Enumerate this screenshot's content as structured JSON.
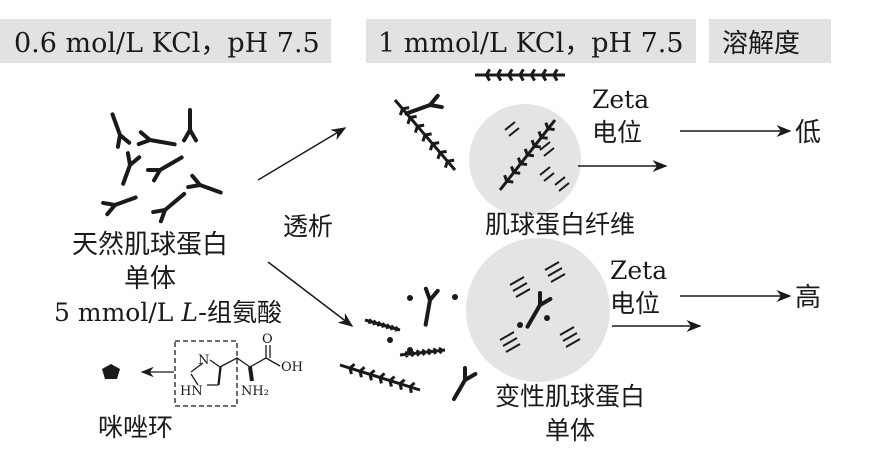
{
  "headers": {
    "condition_high_salt": "0.6 mol/L KCl，pH 7.5",
    "condition_low_salt": "1 mmol/L KCl，pH 7.5",
    "solubility": "溶解度"
  },
  "left": {
    "monomer_line1": "天然肌球蛋白",
    "monomer_line2": "单体",
    "histidine_prefix": "5 mmol/L ",
    "histidine_italic": "L",
    "histidine_suffix": "-组氨酸",
    "imidazole_ring": "咪唑环"
  },
  "structure": {
    "atom_n": "N",
    "atom_hn": "HN",
    "atom_oh": "OH",
    "atom_o": "O",
    "atom_nh2": "NH₂"
  },
  "process": {
    "dialysis": "透析"
  },
  "top_branch": {
    "zeta": "Zeta",
    "potential": "电位",
    "result": "低",
    "product": "肌球蛋白纤维"
  },
  "bottom_branch": {
    "zeta": "Zeta",
    "potential": "电位",
    "result": "高",
    "product_line1": "变性肌球蛋白",
    "product_line2": "单体"
  }
}
